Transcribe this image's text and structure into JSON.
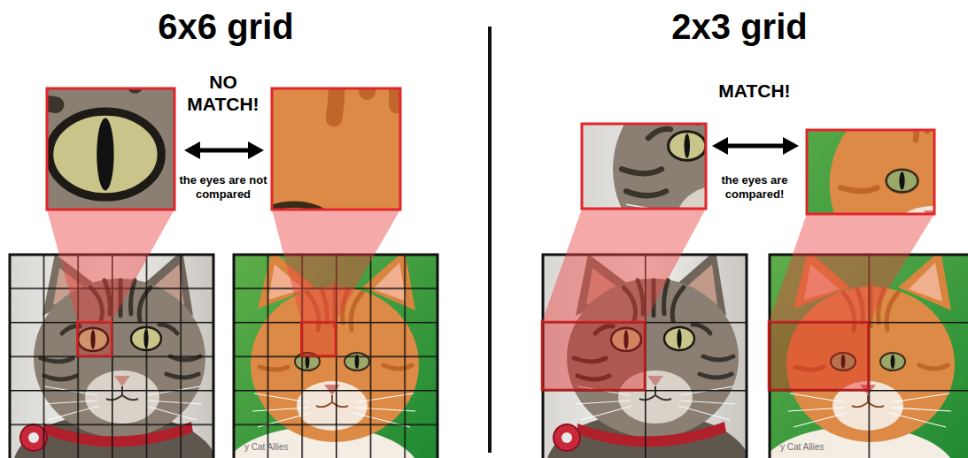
{
  "diagram": {
    "labels": [
      "6x6 grid",
      "NO MATCH!",
      "the eyes are not compared",
      "2x3 grid",
      "MATCH!",
      "the eyes are compared!",
      "y Cat Allies",
      "y Cat Allies"
    ]
  }
}
